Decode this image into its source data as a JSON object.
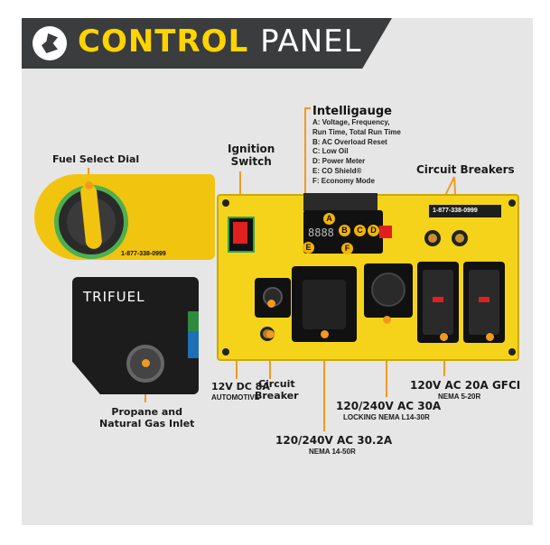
{
  "title": {
    "bold": "CONTROL",
    "thin": "PANEL"
  },
  "labels": {
    "fuel_select": "Fuel Select Dial",
    "ignition_line1": "Ignition",
    "ignition_line2": "Switch",
    "intelligauge": "Intelligauge",
    "circuit_breakers": "Circuit Breakers",
    "dc_title": "12V DC 8A",
    "dc_sub": "AUTOMOTIVE",
    "cb_line1": "Circuit",
    "cb_line2": "Breaker",
    "inlet_line1": "Propane and",
    "inlet_line2": "Natural Gas Inlet",
    "gfci_title": "120V AC 20A GFCI",
    "gfci_sub": "NEMA 5-20R",
    "out30_title": "120/240V AC 30A",
    "out30_sub": "LOCKING NEMA L14-30R",
    "out302_title": "120/240V AC 30.2A",
    "out302_sub": "NEMA 14-50R"
  },
  "intelligauge_items": [
    "A:  Voltage, Frequency,",
    "      Run Time, Total Run Time",
    "B:  AC Overload Reset",
    "C:  Low Oil",
    "D:  Power Meter",
    "E:  CO Shield®",
    "F:  Economy Mode"
  ],
  "panel": {
    "brand": "TRIFUEL",
    "phone": "1-877-338-0999",
    "gauge_digits": "8888",
    "letters": [
      "A",
      "B",
      "C",
      "D",
      "E",
      "F"
    ]
  },
  "colors": {
    "accent": "#f29a1f",
    "yellow": "#f4d31a",
    "title_bg": "#3a3c3d",
    "title_yellow": "#ffd400"
  }
}
